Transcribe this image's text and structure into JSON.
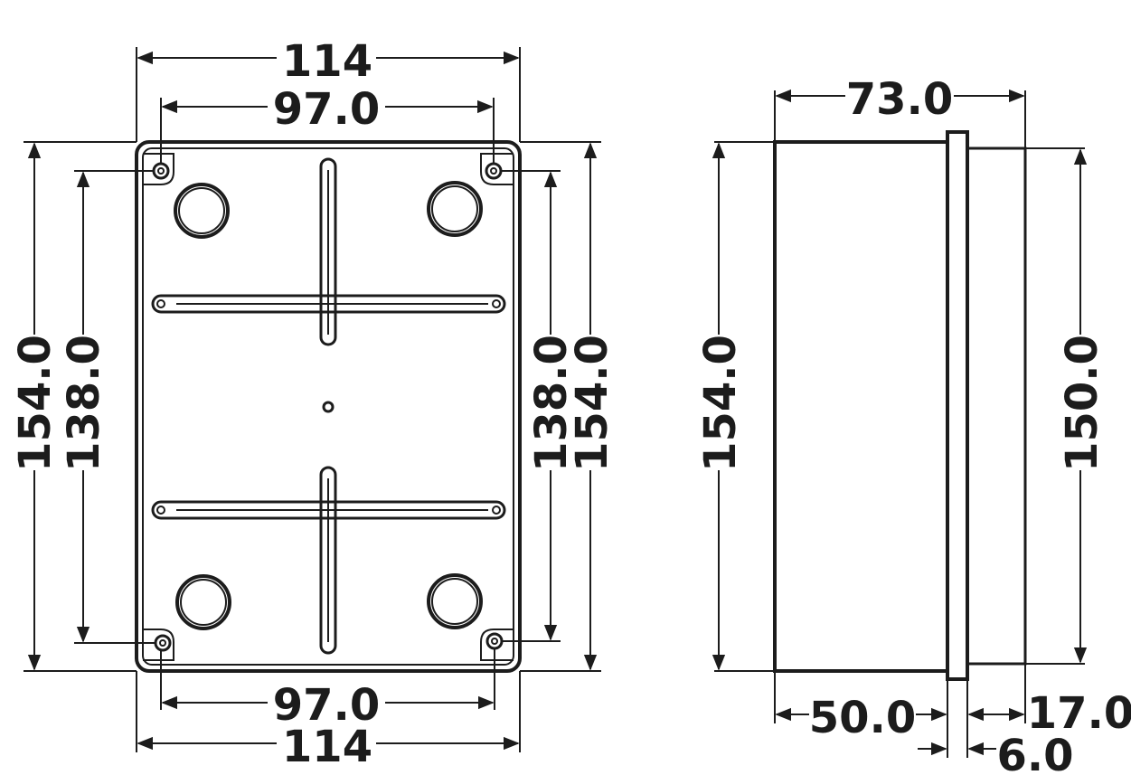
{
  "drawing": {
    "front_view": {
      "top_outer_width": "114",
      "top_hole_spacing": "97.0",
      "bottom_hole_spacing": "97.0",
      "bottom_outer_width": "114",
      "left_outer_height": "154.0",
      "left_hole_spacing": "138.0",
      "right_hole_spacing": "138.0",
      "right_outer_height": "154.0"
    },
    "side_view": {
      "overall_depth": "73.0",
      "left_height": "154.0",
      "right_height": "150.0",
      "base_depth": "50.0",
      "lid_depth": "17.0",
      "flange_thickness": "6.0"
    }
  }
}
